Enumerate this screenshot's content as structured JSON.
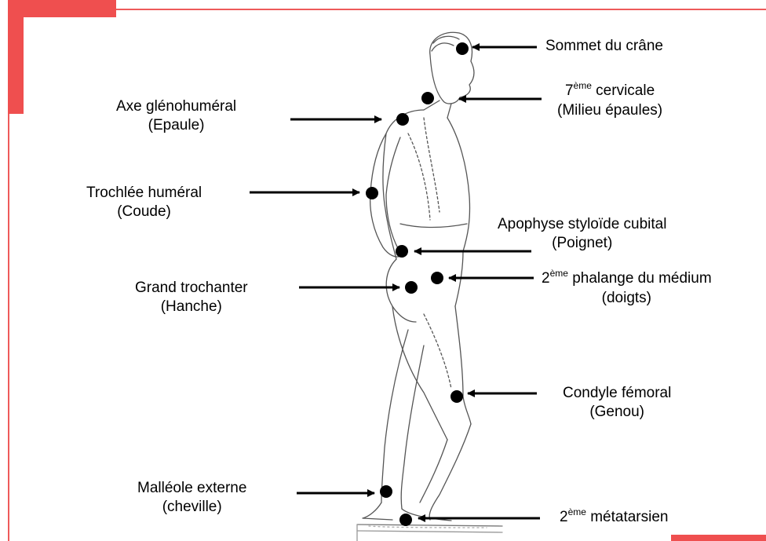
{
  "colors": {
    "accent": "#ef4f4f",
    "ink": "#000000"
  },
  "labels": {
    "sommet": {
      "line1": "Sommet du crâne"
    },
    "cervicale": {
      "sup": "ème",
      "line1_pre": "7",
      "line1_post": " cervicale",
      "line2": "(Milieu épaules)"
    },
    "epaule": {
      "line1": "Axe glénohuméral",
      "line2": "(Epaule)"
    },
    "coude": {
      "line1": "Trochlée huméral",
      "line2": "(Coude)"
    },
    "poignet": {
      "line1": "Apophyse styloïde cubital",
      "line2": "(Poignet)"
    },
    "hanche": {
      "line1": "Grand trochanter",
      "line2": "(Hanche)"
    },
    "doigts": {
      "sup": "ème",
      "line1_pre": "2",
      "line1_post": " phalange du médium",
      "line2": "(doigts)"
    },
    "genou": {
      "line1": "Condyle fémoral",
      "line2": "(Genou)"
    },
    "cheville": {
      "line1": "Malléole externe",
      "line2": "(cheville)"
    },
    "metatarsien": {
      "sup": "ème",
      "line1_pre": "2",
      "line1_post": " métatarsien"
    }
  }
}
